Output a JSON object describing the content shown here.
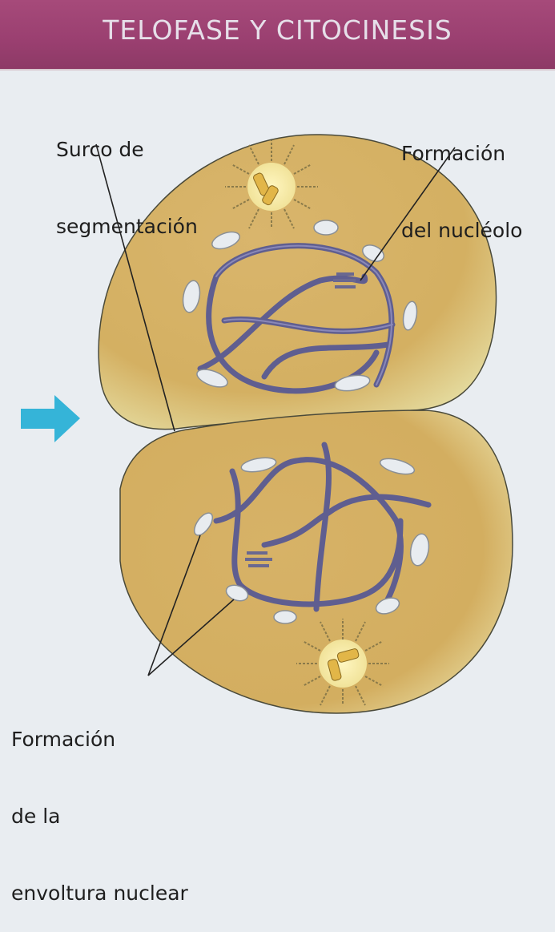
{
  "header": {
    "title": "TELOFASE Y CITOCINESIS",
    "background_color": "#9a3f70",
    "text_color": "#e6dfe9"
  },
  "labels": {
    "surco": {
      "line1": "Surco de",
      "line2": "segmentación"
    },
    "nucleolo": {
      "line1": "Formación",
      "line2": "del nucléolo"
    },
    "envoltura": {
      "line1": "Formación",
      "line2": "de la",
      "line3": "envoltura nuclear"
    }
  },
  "diagram": {
    "cells": [
      "upper-daughter-cell",
      "lower-daughter-cell"
    ],
    "cell_color": "#d8b46a",
    "chromosome_color": "#6c6a9a",
    "centrosome_color": "#e9c64a",
    "arrow_color": "#35b4d8"
  }
}
